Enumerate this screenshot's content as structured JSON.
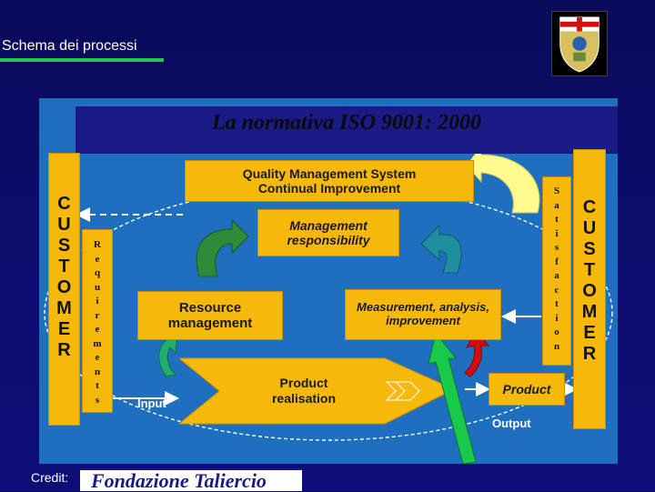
{
  "slide": {
    "title": "Schema dei processi",
    "credit_label": "Credit:",
    "credit_text": "Fondazione Taliercio"
  },
  "diagram": {
    "heading": "La normativa ISO 9001: 2000",
    "customer_letters": [
      "C",
      "U",
      "S",
      "T",
      "O",
      "M",
      "E",
      "R"
    ],
    "requirements_letters": [
      "R",
      "e",
      "q",
      "u",
      "i",
      "r",
      "e",
      "m",
      "e",
      "n",
      "t",
      "s"
    ],
    "satisfaction_letters": [
      "S",
      "a",
      "t",
      "i",
      "s",
      "f",
      "a",
      "c",
      "t",
      "i",
      "o",
      "n"
    ],
    "qms_line1": "Quality Management System",
    "qms_line2": "Continual Improvement",
    "mgmt_line1": "Management",
    "mgmt_line2": "responsibility",
    "resource_line1": "Resource",
    "resource_line2": "management",
    "measure_line1": "Measurement, analysis,",
    "measure_line2": "improvement",
    "product_realisation_line1": "Product",
    "product_realisation_line2": "realisation",
    "product_box": "Product",
    "input_label": "Input",
    "output_label": "Output"
  },
  "colors": {
    "box_fill": "#f6b90a",
    "panel_bg": "#1f6fc0",
    "slide_bg": "#0c0c6e",
    "accent_green": "#19c94a"
  },
  "icons": {
    "crest": "university-crest-icon"
  }
}
